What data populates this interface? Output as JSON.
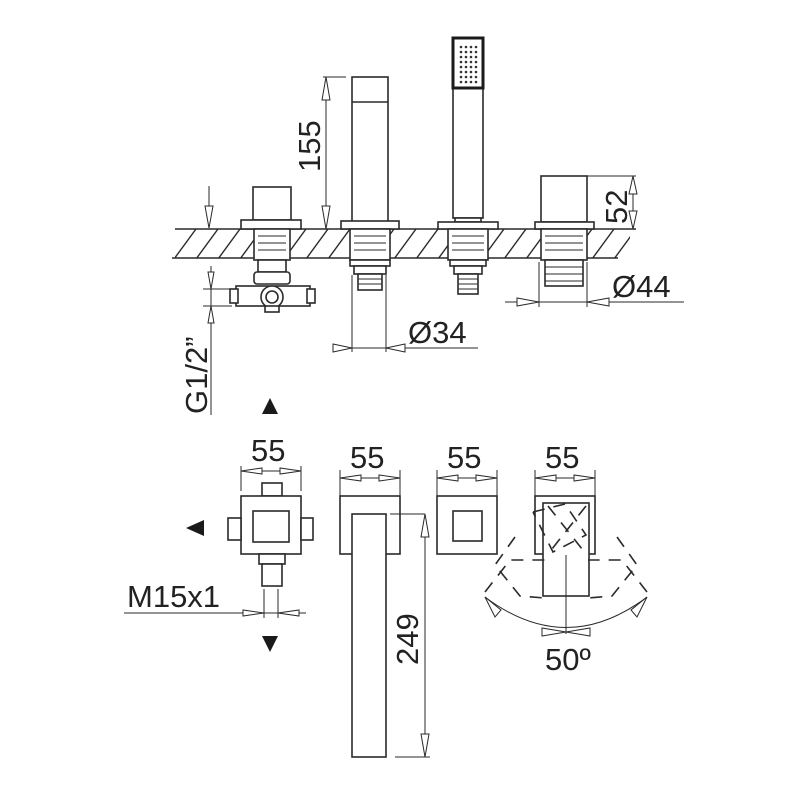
{
  "drawing": {
    "type": "technical dimension drawing",
    "subject": "4-hole deck-mounted bath/shower mixer with diverter, spout, hand shower and handle",
    "units": "mm",
    "colors": {
      "line": "#2a2a2a",
      "background": "#ffffff"
    }
  },
  "front_view": {
    "dimensions": {
      "spout_height": "155",
      "handle_height": "52",
      "handle_diameter": "Ø44",
      "spout_base_diameter": "Ø34",
      "inlet_thread": "G1/2”"
    }
  },
  "top_view": {
    "dimensions": {
      "diverter_width": "55",
      "spout_width": "55",
      "hand_shower_holder_width": "55",
      "handle_width": "55",
      "spout_length": "249",
      "connection_thread": "M15x1",
      "handle_rotation": "50º"
    }
  }
}
